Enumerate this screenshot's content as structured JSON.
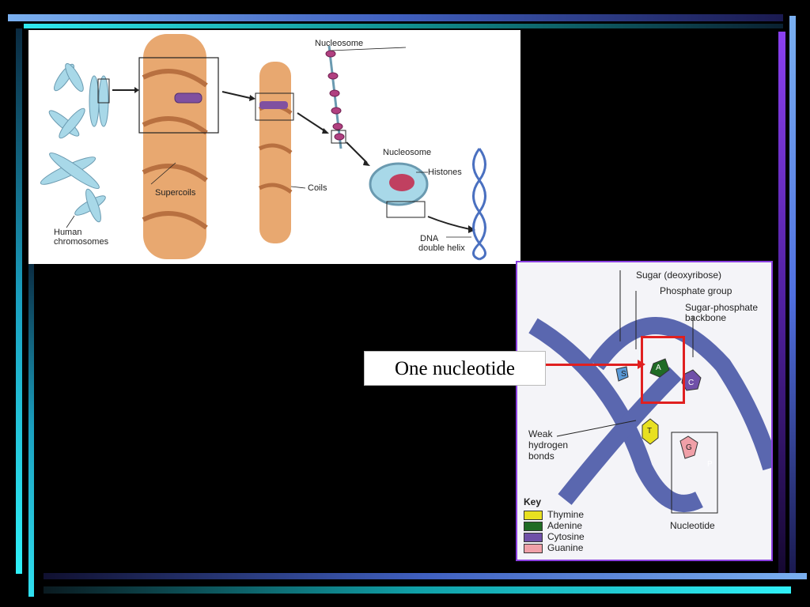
{
  "chromatin": {
    "nucleosome_top": "Nucleosome",
    "nucleosome_mid": "Nucleosome",
    "histones": "Histones",
    "supercoils": "Supercoils",
    "coils": "Coils",
    "human_chromosomes_1": "Human",
    "human_chromosomes_2": "chromosomes",
    "dna_1": "DNA",
    "dna_2": "double helix"
  },
  "dna": {
    "sugar": "Sugar (deoxyribose)",
    "phosphate": "Phosphate group",
    "backbone_1": "Sugar-phosphate",
    "backbone_2": "backbone",
    "weak_1": "Weak",
    "weak_2": "hydrogen",
    "weak_3": "bonds",
    "nucleotide": "Nucleotide",
    "key_title": "Key",
    "key": [
      {
        "label": "Thymine",
        "color": "#e8e020"
      },
      {
        "label": "Adenine",
        "color": "#1f6b25"
      },
      {
        "label": "Cytosine",
        "color": "#7050a8"
      },
      {
        "label": "Guanine",
        "color": "#f0a0a8"
      }
    ],
    "bases": {
      "s": "S",
      "a": "A",
      "c": "C",
      "t": "T",
      "g": "G",
      "p": "P"
    }
  },
  "callout": {
    "text": "One nucleotide"
  }
}
